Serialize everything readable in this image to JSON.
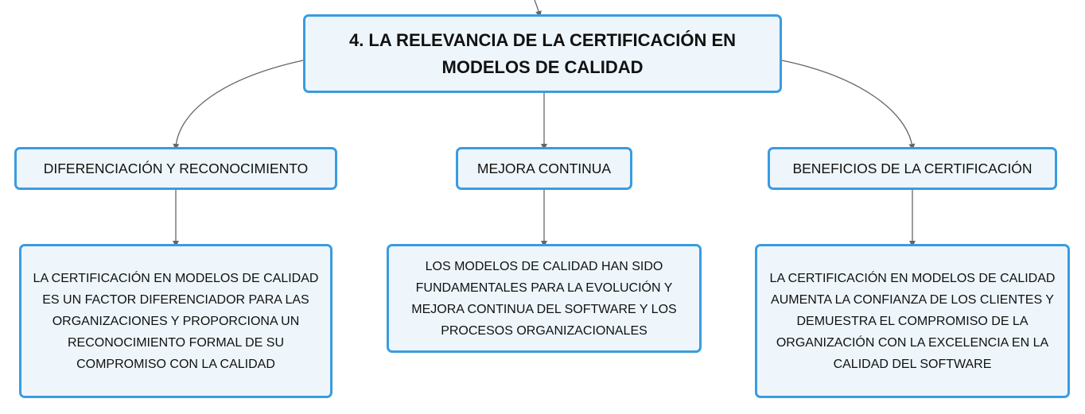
{
  "root": {
    "title_line1": "4. LA RELEVANCIA DE LA CERTIFICACIÓN EN",
    "title_line2": "MODELOS DE CALIDAD"
  },
  "topics": [
    {
      "label": "DIFERENCIACIÓN Y RECONOCIMIENTO",
      "detail_lines": [
        "LA CERTIFICACIÓN EN MODELOS DE CALIDAD",
        "ES UN FACTOR DIFERENCIADOR PARA LAS",
        "ORGANIZACIONES Y PROPORCIONA UN",
        "RECONOCIMIENTO FORMAL DE SU",
        "COMPROMISO CON LA CALIDAD"
      ]
    },
    {
      "label": "MEJORA CONTINUA",
      "detail_lines": [
        "LOS MODELOS DE CALIDAD HAN SIDO",
        "FUNDAMENTALES PARA LA EVOLUCIÓN Y",
        "MEJORA CONTINUA DEL SOFTWARE Y LOS",
        "PROCESOS ORGANIZACIONALES"
      ]
    },
    {
      "label": "BENEFICIOS DE LA CERTIFICACIÓN",
      "detail_lines": [
        "LA CERTIFICACIÓN EN MODELOS DE CALIDAD",
        "AUMENTA LA CONFIANZA DE LOS CLIENTES Y",
        "DEMUESTRA EL COMPROMISO DE LA",
        "ORGANIZACIÓN CON LA EXCELENCIA EN LA",
        "CALIDAD DEL SOFTWARE"
      ]
    }
  ],
  "colors": {
    "node_border": "#3a9ce0",
    "node_fill": "#eef6fc",
    "connector": "#666666"
  }
}
